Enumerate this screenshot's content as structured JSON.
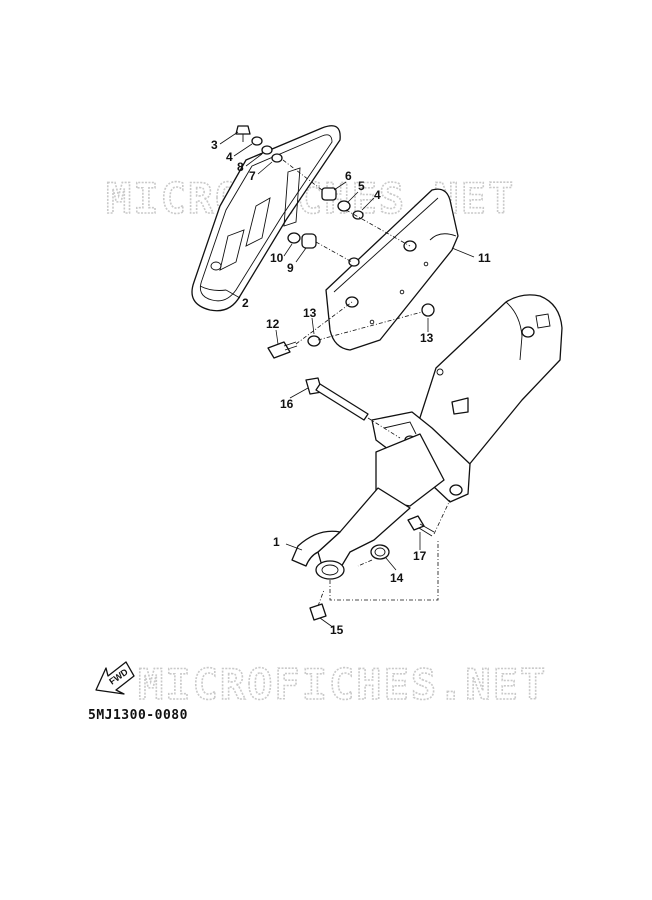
{
  "watermark": {
    "text": "MICROFICHES.NET"
  },
  "diagram_code": "5MJ1300-0080",
  "fwd_label": "FWD",
  "callouts": [
    {
      "id": "c3",
      "label": "3"
    },
    {
      "id": "c4a",
      "label": "4"
    },
    {
      "id": "c8",
      "label": "8"
    },
    {
      "id": "c7",
      "label": "7"
    },
    {
      "id": "c6",
      "label": "6"
    },
    {
      "id": "c5",
      "label": "5"
    },
    {
      "id": "c4b",
      "label": "4"
    },
    {
      "id": "c10",
      "label": "10"
    },
    {
      "id": "c9",
      "label": "9"
    },
    {
      "id": "c11",
      "label": "11"
    },
    {
      "id": "c2",
      "label": "2"
    },
    {
      "id": "c12",
      "label": "12"
    },
    {
      "id": "c13a",
      "label": "13"
    },
    {
      "id": "c13b",
      "label": "13"
    },
    {
      "id": "c16",
      "label": "16"
    },
    {
      "id": "c1",
      "label": "1"
    },
    {
      "id": "c17",
      "label": "17"
    },
    {
      "id": "c14",
      "label": "14"
    },
    {
      "id": "c15",
      "label": "15"
    }
  ],
  "colors": {
    "line": "#111111",
    "watermark": "#c9c9c9",
    "background": "#ffffff"
  }
}
